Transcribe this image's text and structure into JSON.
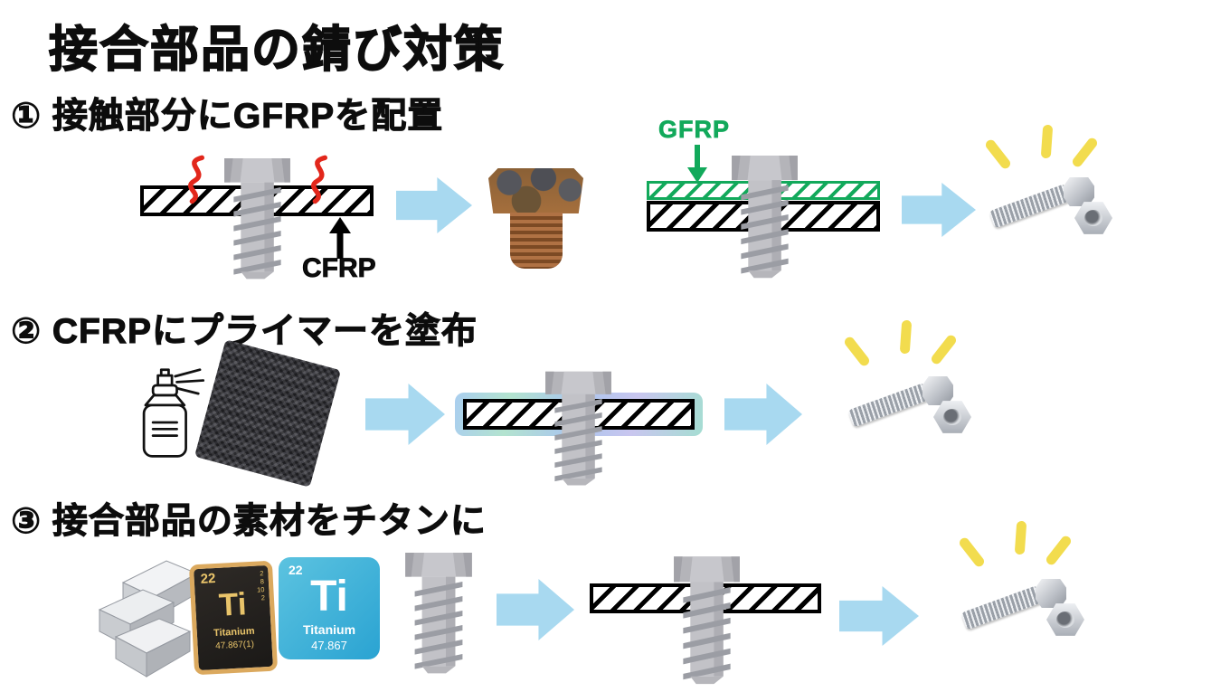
{
  "title": "接合部品の錆び対策",
  "section1": {
    "heading": "① 接触部分にGFRPを配置",
    "cfrp_label": "CFRP",
    "gfrp_label": "GFRP"
  },
  "section2": {
    "heading": "② CFRPにプライマーを塗布"
  },
  "section3": {
    "heading": "③ 接合部品の素材をチタンに"
  },
  "periodic_tile_dark": {
    "atomic_number": "22",
    "symbol": "Ti",
    "name": "Titanium",
    "mass": "47.867(1)",
    "shells": "2\n8\n10\n2"
  },
  "periodic_tile_blue": {
    "atomic_number": "22",
    "symbol": "Ti",
    "name": "Titanium",
    "mass": "47.867"
  },
  "colors": {
    "arrow_blue": "#A8D9F0",
    "gfrp_green": "#12A95B",
    "rust_red": "#E2271B",
    "sparkle_yellow": "#F2DC4E",
    "tile_blue": "#2FA8D8",
    "bolt_gray": "#BFBFC4",
    "plate_black": "#000000"
  }
}
